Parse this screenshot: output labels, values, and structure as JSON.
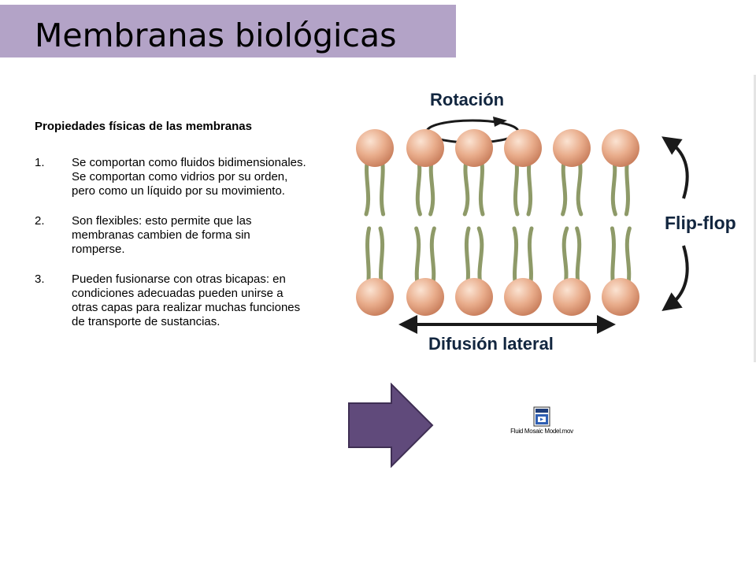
{
  "slide": {
    "title": "Membranas biológicas",
    "heading": "Propiedades físicas de las membranas",
    "items": [
      {
        "number": "1.",
        "text": "Se comportan como fluidos bidimensionales. Se comportan como vidrios por su orden, pero como un líquido por su movimiento."
      },
      {
        "number": "2.",
        "text": "Son flexibles: esto permite que las membranas cambien de forma sin romperse."
      },
      {
        "number": "3.",
        "text": "Pueden fusionarse con otras bicapas: en condiciones adecuadas pueden unirse a otras capas para realizar muchas funciones de transporte de sustancias."
      }
    ]
  },
  "diagram": {
    "rotation_label": "Rotación",
    "flipflop_label": "Flip-flop",
    "lateral_label": "Difusión lateral",
    "top_layer_count": 6,
    "bottom_layer_count": 6
  },
  "movie": {
    "label": "Fluid Mosaic Model.mov",
    "icon": "movie-file-icon"
  },
  "arrow_icon": "right-arrow-icon",
  "colors": {
    "title_bar": "#b3a3c7",
    "head_fill": "#e3a784",
    "tail_color": "#8e9a68",
    "arrow_fill": "#604a7b",
    "label_color": "#12263f"
  }
}
